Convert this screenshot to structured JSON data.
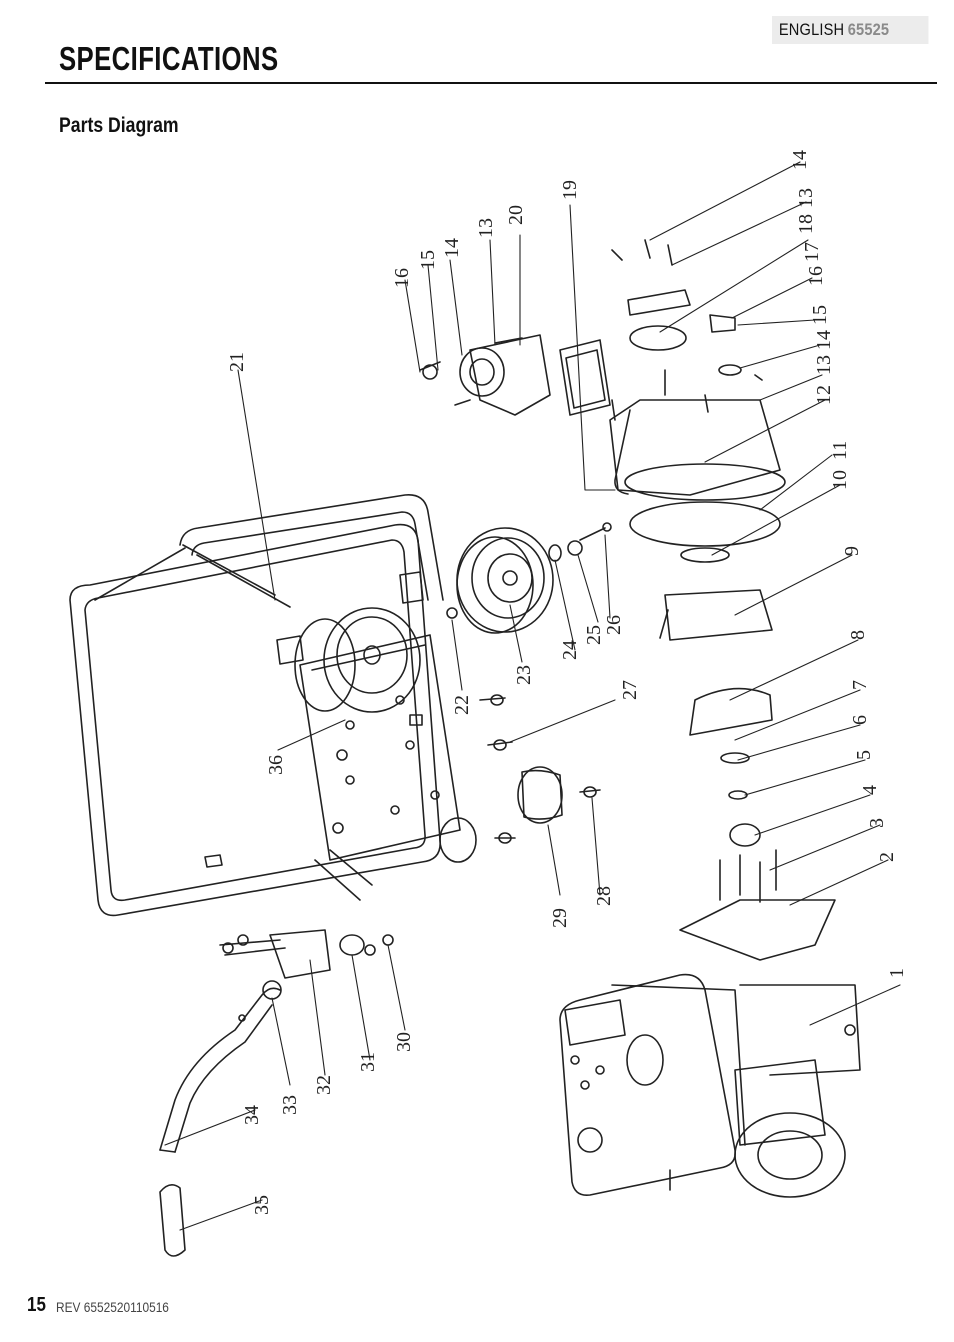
{
  "header": {
    "language": "ENGLISH",
    "model": "65525",
    "title": "SPECIFICATIONS"
  },
  "section": {
    "title": "Parts Diagram"
  },
  "diagram": {
    "callouts": [
      "1",
      "2",
      "3",
      "4",
      "5",
      "6",
      "7",
      "8",
      "9",
      "10",
      "11",
      "12",
      "13",
      "14",
      "15",
      "16",
      "17",
      "18",
      "19",
      "20",
      "21",
      "22",
      "23",
      "24",
      "25",
      "26",
      "27",
      "28",
      "29",
      "30",
      "31",
      "32",
      "33",
      "34",
      "35",
      "36"
    ],
    "upper_callouts": {
      "c16": "16",
      "c15": "15",
      "c14": "14",
      "c13": "13",
      "c20": "20",
      "c19": "19",
      "r14": "14",
      "r13": "13",
      "r18": "18",
      "r17": "17",
      "r16": "16",
      "r15": "15",
      "r14b": "14",
      "r13b": "13",
      "r12": "12",
      "r11": "11",
      "r10": "10"
    }
  },
  "footer": {
    "page_number": "15",
    "revision": "REV 6552520110516"
  }
}
